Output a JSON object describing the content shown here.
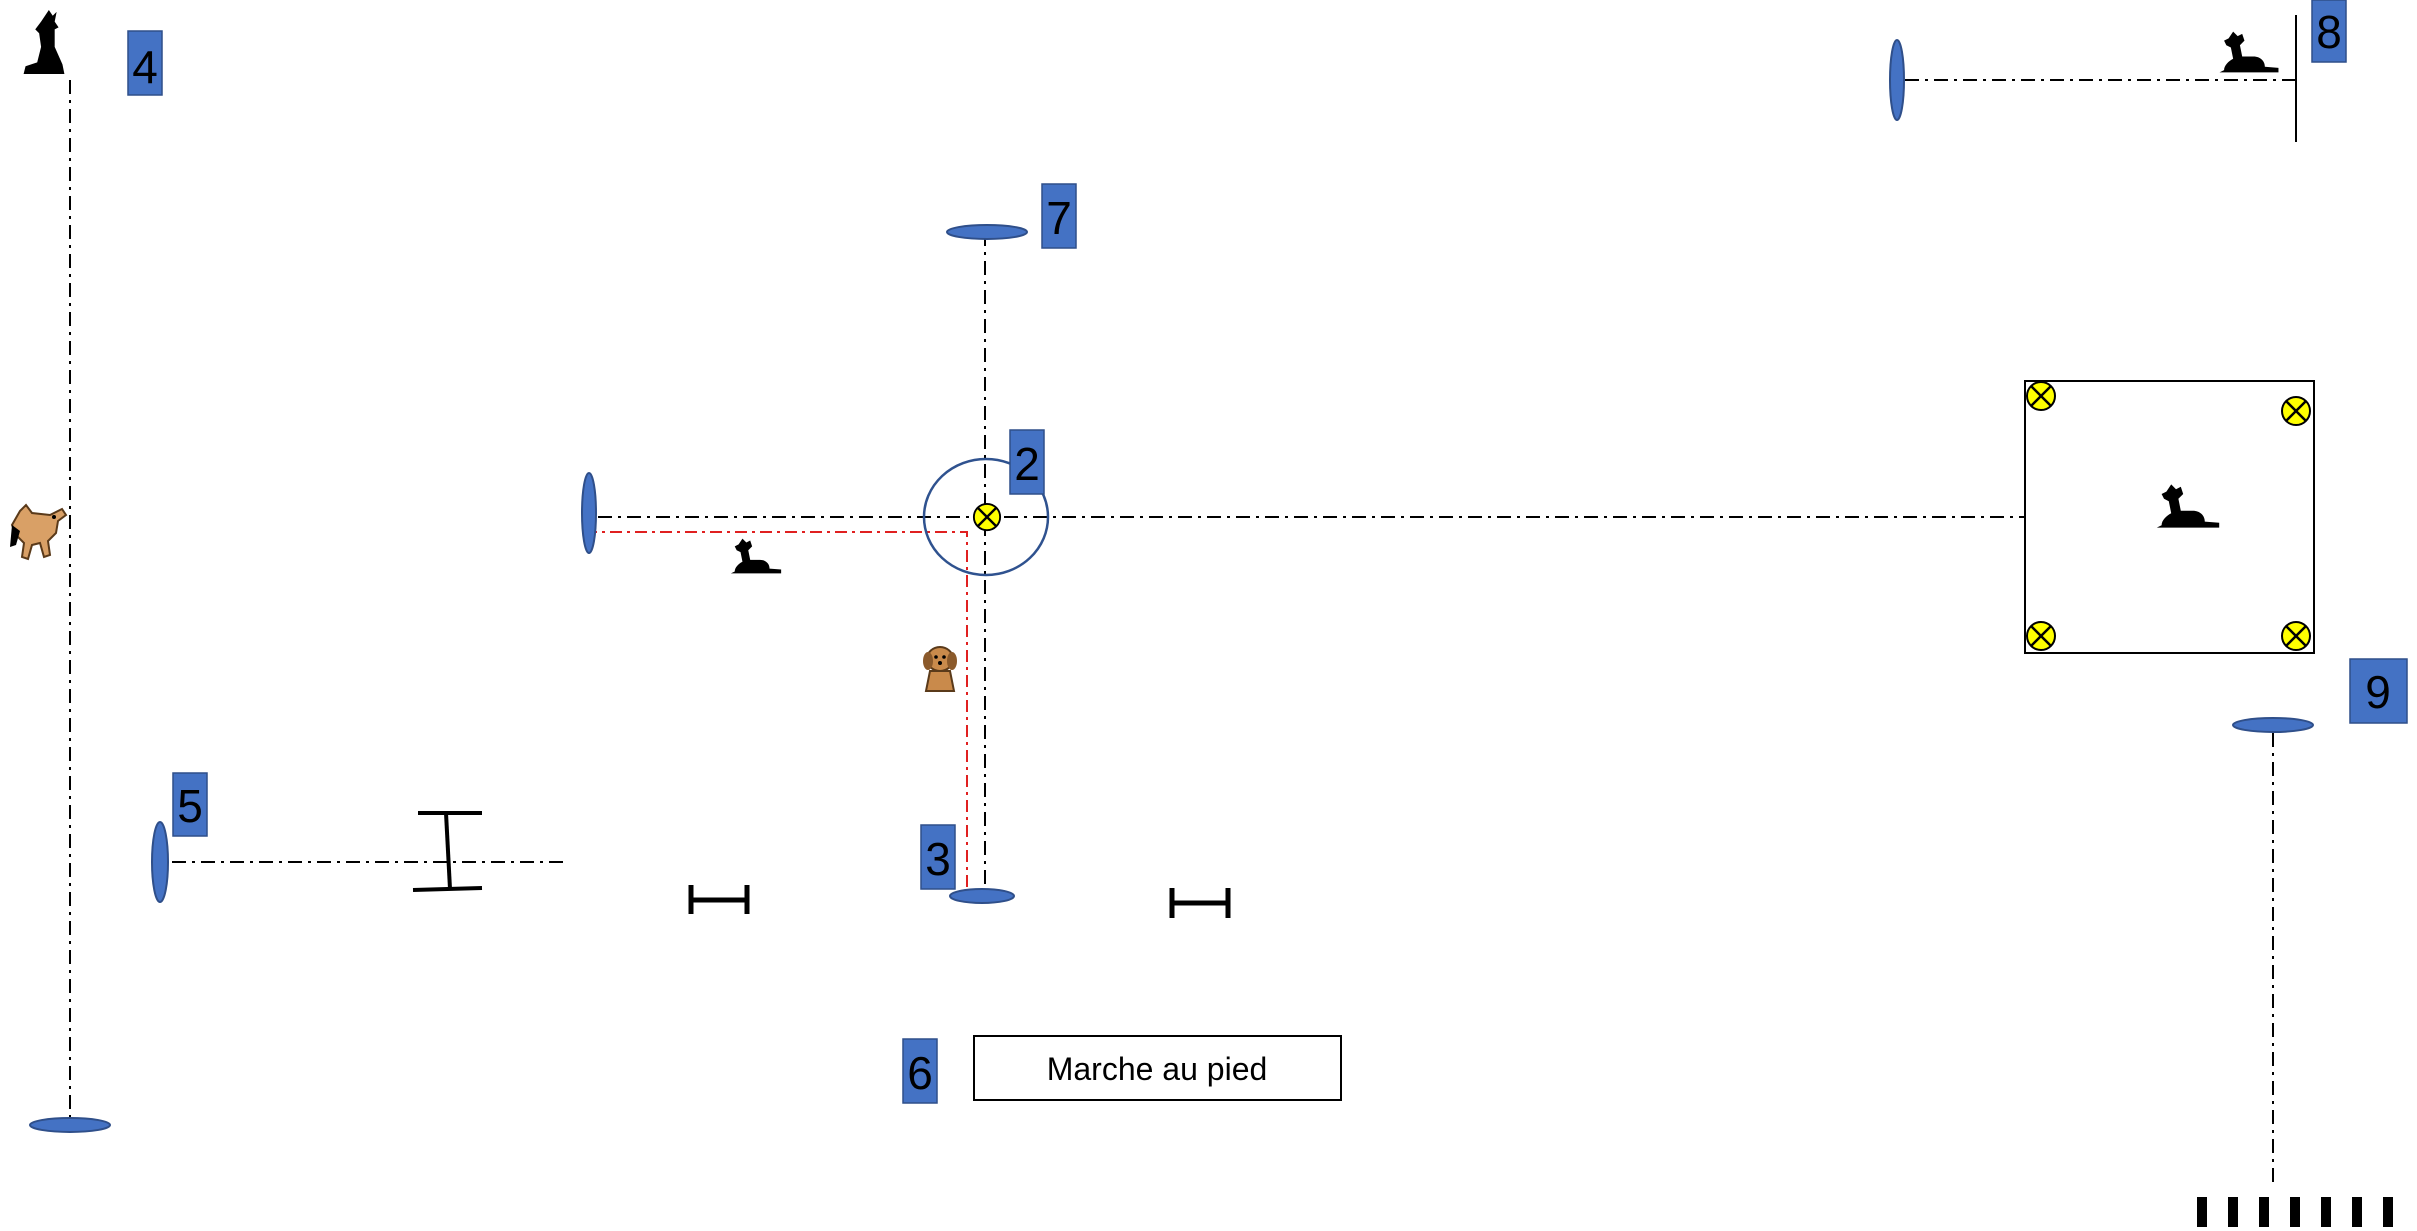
{
  "diagram": {
    "markers": [
      "2",
      "3",
      "4",
      "5",
      "6",
      "7",
      "8",
      "9"
    ],
    "box_label": "Marche au pied"
  },
  "colors": {
    "marker_fill": "#4472C4",
    "marker_stroke": "#2F4F8A",
    "cone_fill": "#4472C4",
    "ball_fill": "#FFFF00",
    "path_line": "#000000",
    "red_path": "#E02020",
    "circle_stroke": "#2F528F"
  },
  "icons": [
    "dog-sitting-icon",
    "dog-lying-icon",
    "dog-standing-icon",
    "puppy-icon",
    "hurdle-icon",
    "jump-bar-icon",
    "ball-target-icon",
    "cone-icon"
  ]
}
